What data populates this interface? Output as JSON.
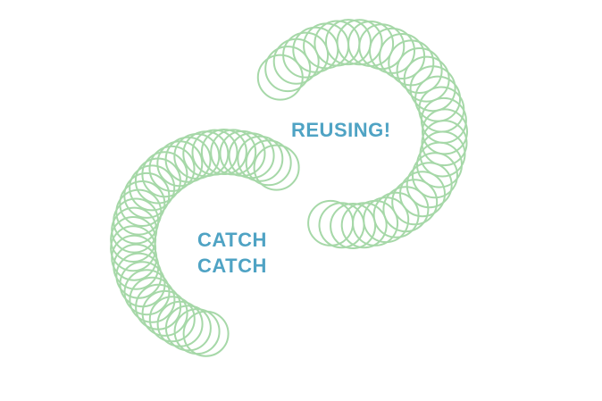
{
  "labels": {
    "top": "REUSING!",
    "bottom_line1": "CATCH",
    "bottom_line2": "CATCH"
  },
  "colors": {
    "ring_stroke": "#a6d8a8",
    "label_text": "#4fa3c4",
    "background": "#ffffff"
  }
}
